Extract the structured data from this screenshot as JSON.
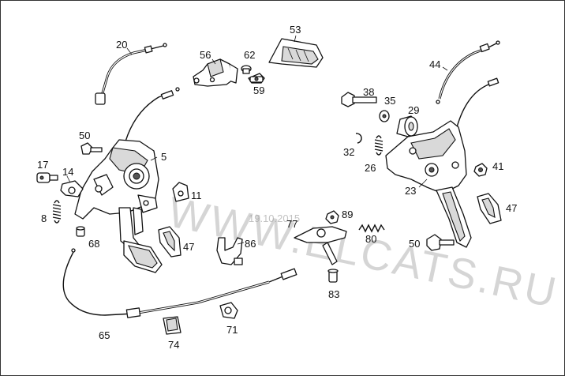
{
  "diagram": {
    "type": "exploded-parts-view",
    "colors": {
      "line": "#111111",
      "background": "#ffffff",
      "watermark": "#8a8a8a"
    },
    "part_numbers": {
      "p5": "5",
      "p8": "8",
      "p11": "11",
      "p14": "14",
      "p17": "17",
      "p20": "20",
      "p23": "23",
      "p26": "26",
      "p29": "29",
      "p32": "32",
      "p35": "35",
      "p38": "38",
      "p41": "41",
      "p44": "44",
      "p47a": "47",
      "p47b": "47",
      "p50a": "50",
      "p50b": "50",
      "p53": "53",
      "p56": "56",
      "p59": "59",
      "p62": "62",
      "p65": "65",
      "p68": "68",
      "p71": "71",
      "p74": "74",
      "p77": "77",
      "p80": "80",
      "p83": "83",
      "p86": "86",
      "p89": "89"
    },
    "watermark": "WWW.ELCATS.RU",
    "date_stamp": "19.10.2015"
  }
}
